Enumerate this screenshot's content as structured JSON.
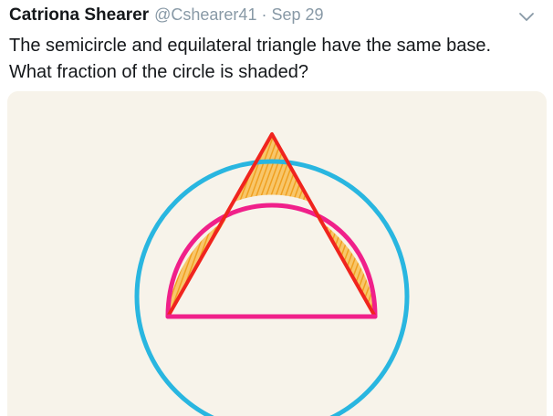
{
  "tweet": {
    "author_name": "Catriona Shearer",
    "author_handle": "@Cshearer41",
    "separator": "·",
    "timestamp": "Sep 29",
    "text_line1": "The semicircle and equilateral triangle have the same base.",
    "text_line2": "What fraction of the circle is shaded?"
  },
  "colors": {
    "name": "#14171a",
    "muted": "#8899a6",
    "circle": "#29b6e0",
    "triangle": "#f0241e",
    "semicircle": "#f0208a",
    "shading": "#f5a623",
    "paper": "#f7f3ea"
  },
  "icons": {
    "menu": "chevron-down-icon"
  }
}
